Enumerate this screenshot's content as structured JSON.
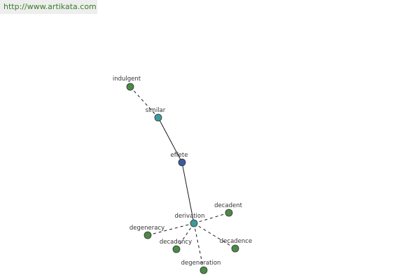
{
  "header": {
    "site_url": "http://www.artikata.com"
  },
  "colors": {
    "root_node": "#3d5a9e",
    "relation_node": "#3d9a9e",
    "leaf_node": "#4a8a48",
    "header_link": "#3a7a2a"
  },
  "graph": {
    "nodes": [
      {
        "id": "indulgent",
        "label": "indulgent",
        "kind": "leaf"
      },
      {
        "id": "similar",
        "label": "similar",
        "kind": "relation"
      },
      {
        "id": "effete",
        "label": "effete",
        "kind": "root"
      },
      {
        "id": "derivation",
        "label": "derivation",
        "kind": "relation"
      },
      {
        "id": "decadent",
        "label": "decadent",
        "kind": "leaf"
      },
      {
        "id": "degeneracy",
        "label": "degeneracy",
        "kind": "leaf"
      },
      {
        "id": "decadency",
        "label": "decadency",
        "kind": "leaf"
      },
      {
        "id": "decadence",
        "label": "decadence",
        "kind": "leaf"
      },
      {
        "id": "degeneration",
        "label": "degeneration",
        "kind": "leaf"
      }
    ],
    "edges": [
      {
        "from": "indulgent",
        "to": "similar",
        "style": "dashed"
      },
      {
        "from": "similar",
        "to": "effete",
        "style": "solid"
      },
      {
        "from": "effete",
        "to": "derivation",
        "style": "solid"
      },
      {
        "from": "derivation",
        "to": "decadent",
        "style": "dashed"
      },
      {
        "from": "derivation",
        "to": "degeneracy",
        "style": "dashed"
      },
      {
        "from": "derivation",
        "to": "decadency",
        "style": "dashed"
      },
      {
        "from": "derivation",
        "to": "decadence",
        "style": "dashed"
      },
      {
        "from": "derivation",
        "to": "degeneration",
        "style": "dashed"
      }
    ]
  }
}
